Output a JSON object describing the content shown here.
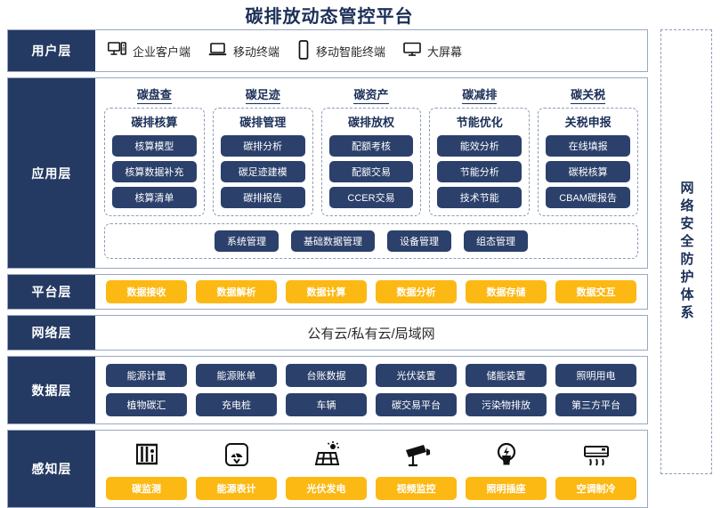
{
  "title": "碳排放动态管控平台",
  "sidebar": {
    "label": "网络安全防护体系"
  },
  "layers": {
    "user": {
      "label": "用户层",
      "items": [
        {
          "icon": "desktop-tower-icon",
          "label": "企业客户端"
        },
        {
          "icon": "laptop-icon",
          "label": "移动终端"
        },
        {
          "icon": "smartphone-icon",
          "label": "移动智能终端"
        },
        {
          "icon": "monitor-icon",
          "label": "大屏幕"
        }
      ]
    },
    "application": {
      "label": "应用层",
      "groups": [
        {
          "title": "碳盘查",
          "subtitle": "碳排核算",
          "items": [
            "核算模型",
            "核算数据补充",
            "核算清单"
          ]
        },
        {
          "title": "碳足迹",
          "subtitle": "碳排管理",
          "items": [
            "碳排分析",
            "碳足迹建模",
            "碳排报告"
          ]
        },
        {
          "title": "碳资产",
          "subtitle": "碳排放权",
          "items": [
            "配额考核",
            "配额交易",
            "CCER交易"
          ]
        },
        {
          "title": "碳减排",
          "subtitle": "节能优化",
          "items": [
            "能效分析",
            "节能分析",
            "技术节能"
          ]
        },
        {
          "title": "碳关税",
          "subtitle": "关税申报",
          "items": [
            "在线填报",
            "碳税核算",
            "CBAM碳报告"
          ]
        }
      ],
      "management": [
        "系统管理",
        "基础数据管理",
        "设备管理",
        "组态管理"
      ]
    },
    "platform": {
      "label": "平台层",
      "items": [
        "数据接收",
        "数据解析",
        "数据计算",
        "数据分析",
        "数据存储",
        "数据交互"
      ]
    },
    "network": {
      "label": "网络层",
      "text": "公有云/私有云/局域网"
    },
    "data": {
      "label": "数据层",
      "items": [
        "能源计量",
        "能源账单",
        "台账数据",
        "光伏装置",
        "储能装置",
        "照明用电",
        "植物碳汇",
        "充电桩",
        "车辆",
        "碳交易平台",
        "污染物排放",
        "第三方平台"
      ]
    },
    "perception": {
      "label": "感知层",
      "items": [
        {
          "icon": "carbon-monitor-icon",
          "label": "碳监测"
        },
        {
          "icon": "gauge-meter-icon",
          "label": "能源表计"
        },
        {
          "icon": "solar-panel-icon",
          "label": "光伏发电"
        },
        {
          "icon": "cctv-camera-icon",
          "label": "视频监控"
        },
        {
          "icon": "light-bulb-icon",
          "label": "照明插座"
        },
        {
          "icon": "air-conditioner-icon",
          "label": "空调制冷"
        }
      ]
    }
  },
  "colors": {
    "navy": "#243a63",
    "pill_navy": "#2b406b",
    "gold": "#fcb813",
    "border": "#9aa8c2"
  }
}
